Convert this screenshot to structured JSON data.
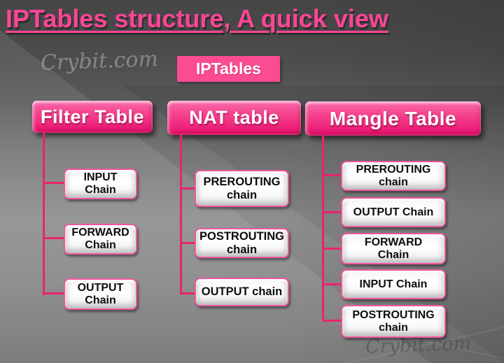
{
  "title": "IPTables structure, A quick view",
  "watermark": {
    "top": "Crybit.com",
    "bottom": "Crybit.com"
  },
  "root": {
    "label": "IPTables"
  },
  "colors": {
    "title_pink": "#fb4595",
    "header_pink": "#f02a80",
    "root_pink": "#fb4c93",
    "connector_pink": "#e8246e",
    "chain_border_pink": "#f0569e",
    "background_gray": "#7a7a7a"
  },
  "diagram": {
    "columns": [
      {
        "header": "Filter Table",
        "chains": [
          "INPUT\nChain",
          "FORWARD\nChain",
          "OUTPUT\nChain"
        ]
      },
      {
        "header": "NAT table",
        "chains": [
          "PREROUTING\nchain",
          "POSTROUTING\nchain",
          "OUTPUT chain"
        ]
      },
      {
        "header": "Mangle Table",
        "chains": [
          "PREROUTING\nchain",
          "OUTPUT Chain",
          "FORWARD\nChain",
          "INPUT Chain",
          "POSTROUTING\nchain"
        ]
      }
    ]
  }
}
